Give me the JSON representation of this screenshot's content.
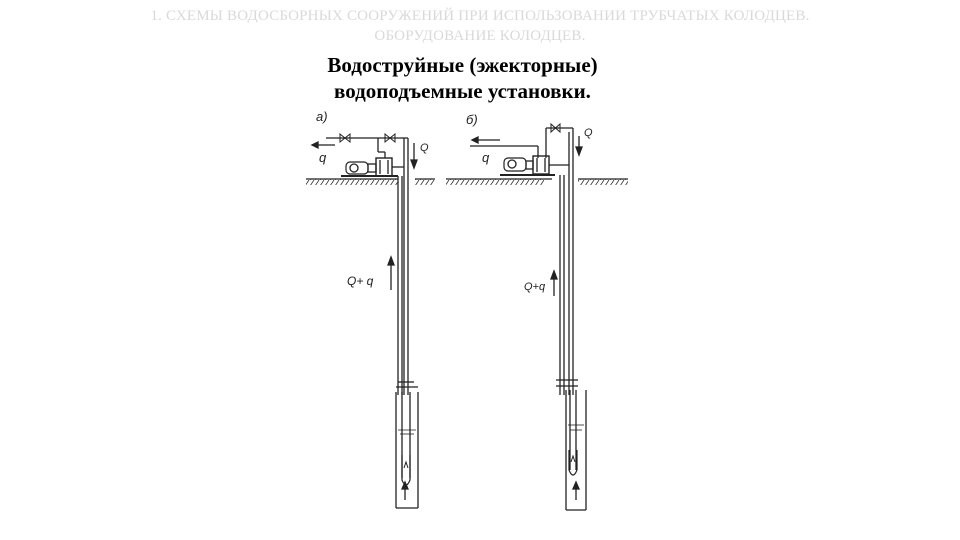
{
  "header": {
    "line1": "1. СХЕМЫ ВОДОСБОРНЫХ СООРУЖЕНИЙ ПРИ ИСПОЛЬЗОВАНИИ ТРУБЧАТЫХ КОЛОДЦЕВ.",
    "line2": "ОБОРУДОВАНИЕ КОЛОДЦЕВ."
  },
  "title": {
    "line1": "Водоструйные (эжекторные)",
    "line2": "водоподъемные установки."
  },
  "figure_a": {
    "label": "а)",
    "q_label": "q",
    "Q_label": "Q",
    "flow_label": "Q+ q"
  },
  "figure_b": {
    "label": "б)",
    "q_label": "q",
    "Q_label": "Q",
    "flow_label": "Q+q"
  }
}
